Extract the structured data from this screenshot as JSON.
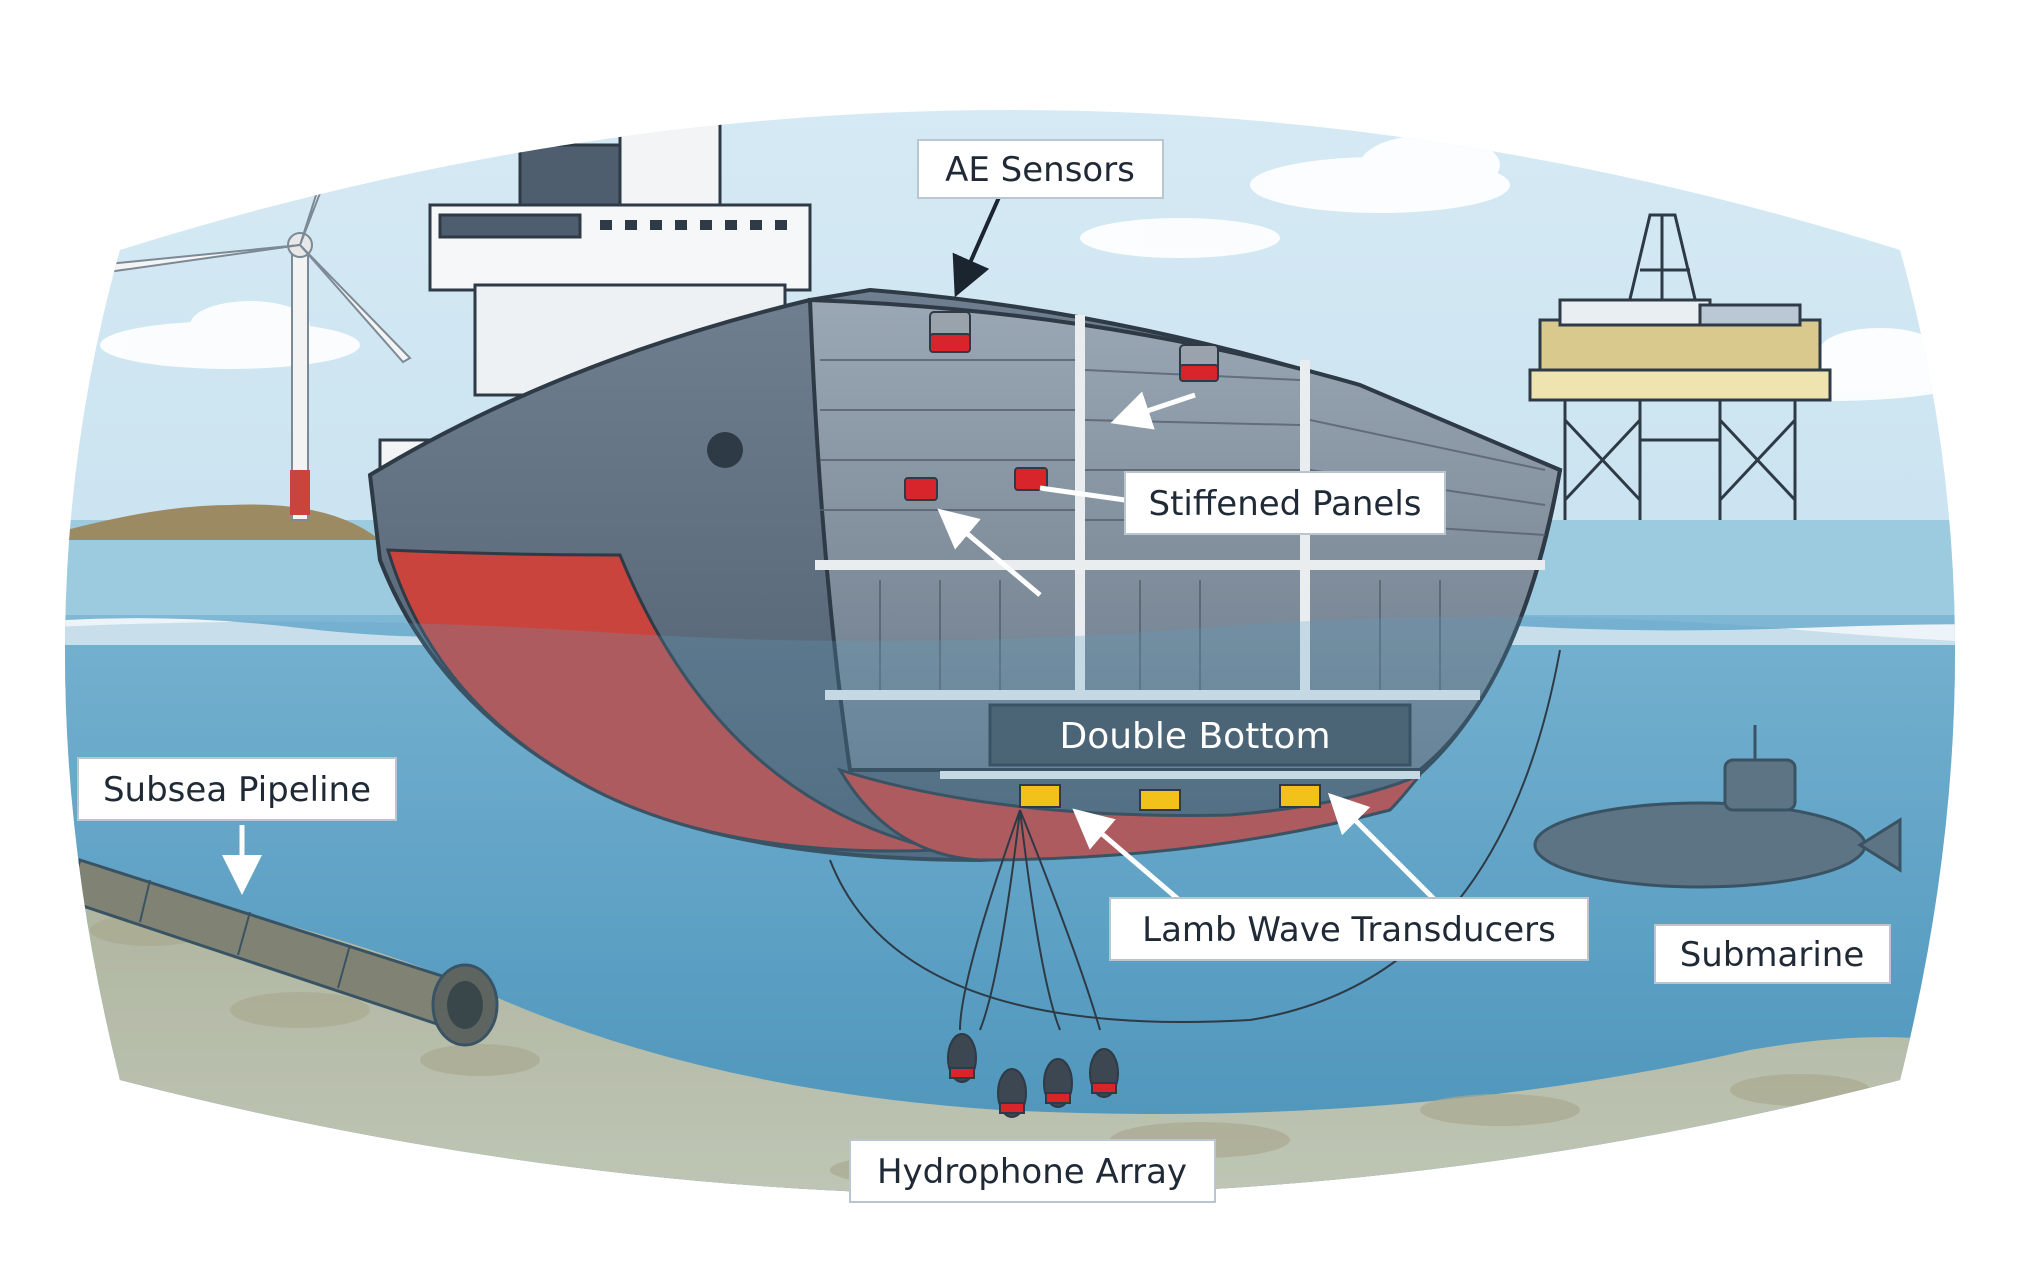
{
  "labels": {
    "ae_sensors": "AE Sensors",
    "stiffened_panels": "Stiffened Panels",
    "double_bottom": "Double Bottom",
    "subsea_pipeline": "Subsea Pipeline",
    "lamb_wave_transducers": "Lamb Wave Transducers",
    "submarine": "Submarine",
    "hydrophone_array": "Hydrophone Array"
  },
  "colors": {
    "sky": "#cfe6f2",
    "sea_surface": "#7fb6d4",
    "sea_deep": "#4f93b8",
    "hull_grey": "#5f6f80",
    "hull_red": "#c9443d",
    "interior": "#8795a3",
    "sensor_red": "#d8252b",
    "transducer_yellow": "#f2c21b",
    "seabed": "#d9c9a3"
  }
}
